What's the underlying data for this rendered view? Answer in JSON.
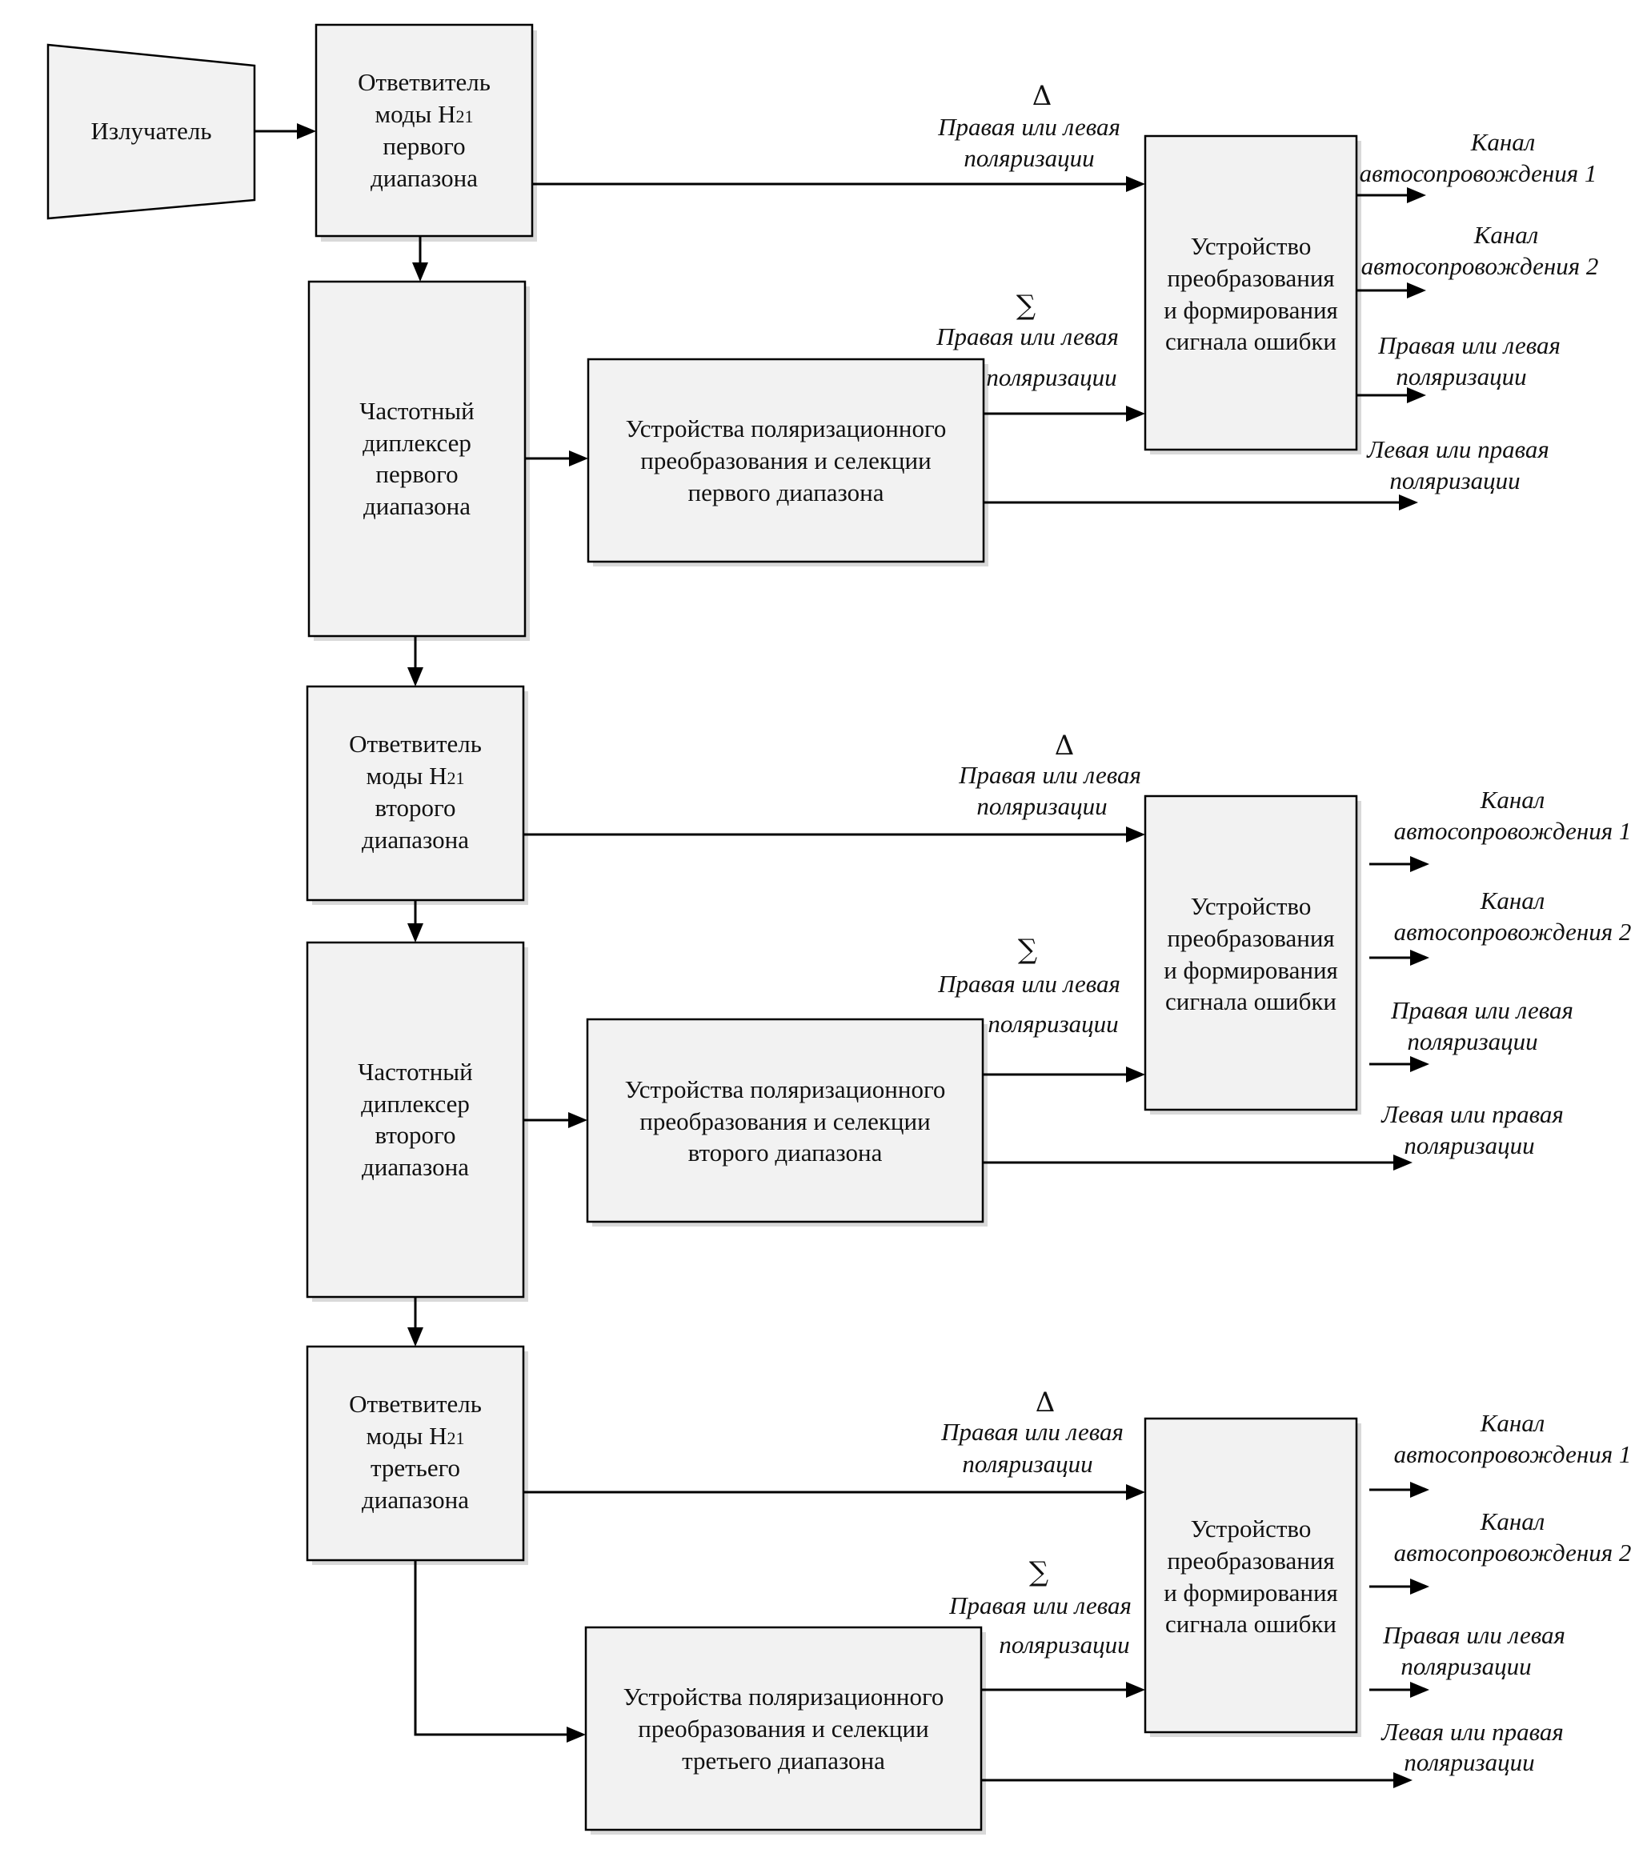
{
  "blocks": {
    "emitter": "Излучатель",
    "coupler1": [
      "Ответвитель",
      "моды H",
      "21",
      "первого",
      "диапазона"
    ],
    "coupler2": [
      "Ответвитель",
      "моды H",
      "21",
      "второго",
      "диапазона"
    ],
    "coupler3": [
      "Ответвитель",
      "моды H",
      "21",
      "третьего",
      "диапазона"
    ],
    "diplexer1": [
      "Частотный",
      "диплексер",
      "первого",
      "диапазона"
    ],
    "diplexer2": [
      "Частотный",
      "диплексер",
      "второго",
      "диапазона"
    ],
    "polar1": [
      "Устройства поляризационного",
      "преобразования и селекции",
      "первого диапазона"
    ],
    "polar2": [
      "Устройства поляризационного",
      "преобразования и селекции",
      "второго диапазона"
    ],
    "polar3": [
      "Устройства поляризационного",
      "преобразования и селекции",
      "третьего диапазона"
    ],
    "converter": [
      "Устройство",
      "преобразования",
      "и формирования",
      "сигнала ошибки"
    ]
  },
  "labels": {
    "delta": "Δ",
    "sigma": "∑",
    "right_or_left": [
      "Правая или левая",
      "поляризации"
    ],
    "left_or_right": [
      "Левая или правая",
      "поляризации"
    ],
    "channel1": [
      "Канал",
      "автосопровождения 1"
    ],
    "channel2": [
      "Канал",
      "автосопровождения 2"
    ]
  }
}
